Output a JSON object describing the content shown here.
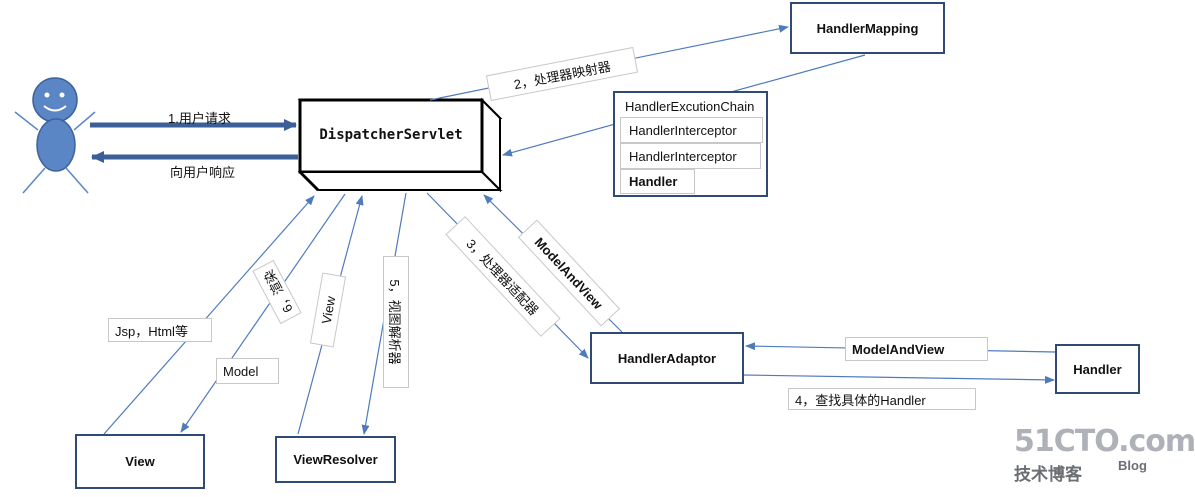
{
  "nodes": {
    "handler_mapping": "HandlerMapping",
    "dispatcher_servlet": "DispatcherServlet",
    "handler_adaptor": "HandlerAdaptor",
    "handler": "Handler",
    "view": "View",
    "view_resolver": "ViewResolver"
  },
  "handler_chain": {
    "title": "HandlerExcutionChain",
    "items": [
      "HandlerInterceptor",
      "HandlerInterceptor",
      "Handler"
    ]
  },
  "edge_labels": {
    "user_request": "1.用户请求",
    "user_response": "向用户响应",
    "step2": "2，处理器映射器",
    "step3": "3，处理器适配器",
    "model_and_view_back": "ModelAndView",
    "handler_returns": "ModelAndView",
    "step4": "4，查找具体的Handler",
    "step5": "5，视图解析器",
    "view_return": "View",
    "step6": "6，渲染",
    "model": "Model",
    "jsp_html": "Jsp，Html等"
  },
  "watermark": {
    "brand": "51CTO.com",
    "subtitle": "技术博客",
    "blog": "Blog"
  },
  "colors": {
    "arrow": "#4f7bbd",
    "thick_arrow": "#3a5f99",
    "box_border": "#2f4a74",
    "actor_fill": "#5b86c6",
    "actor_stroke": "#3d6299"
  }
}
